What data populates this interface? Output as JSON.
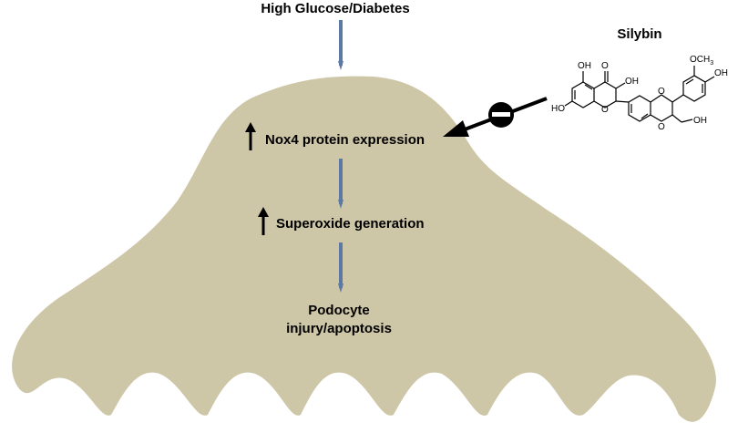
{
  "diagram": {
    "trigger_label": "High Glucose/Diabetes",
    "drug_label": "Silybin",
    "steps": [
      {
        "label": "Nox4 protein expression",
        "change": "increase"
      },
      {
        "label": "Superoxide generation",
        "change": "increase"
      }
    ],
    "outcome_line1": "Podocyte",
    "outcome_line2": "injury/apoptosis",
    "inhibition_symbol": "minus-circle",
    "structure_labels": {
      "oh_a": "OH",
      "oh_b": "OH",
      "oh_c": "HO",
      "oh_d": "OH",
      "oh_e": "OH",
      "carbonyl": "O",
      "ring_o1": "O",
      "ring_o2": "O",
      "ring_o3": "O",
      "methoxy": "OCH",
      "methoxy_sub": "3"
    }
  },
  "colors": {
    "cell_fill": "#cdc6a7",
    "flow_arrow": "#5b79a3",
    "black": "#000000"
  }
}
